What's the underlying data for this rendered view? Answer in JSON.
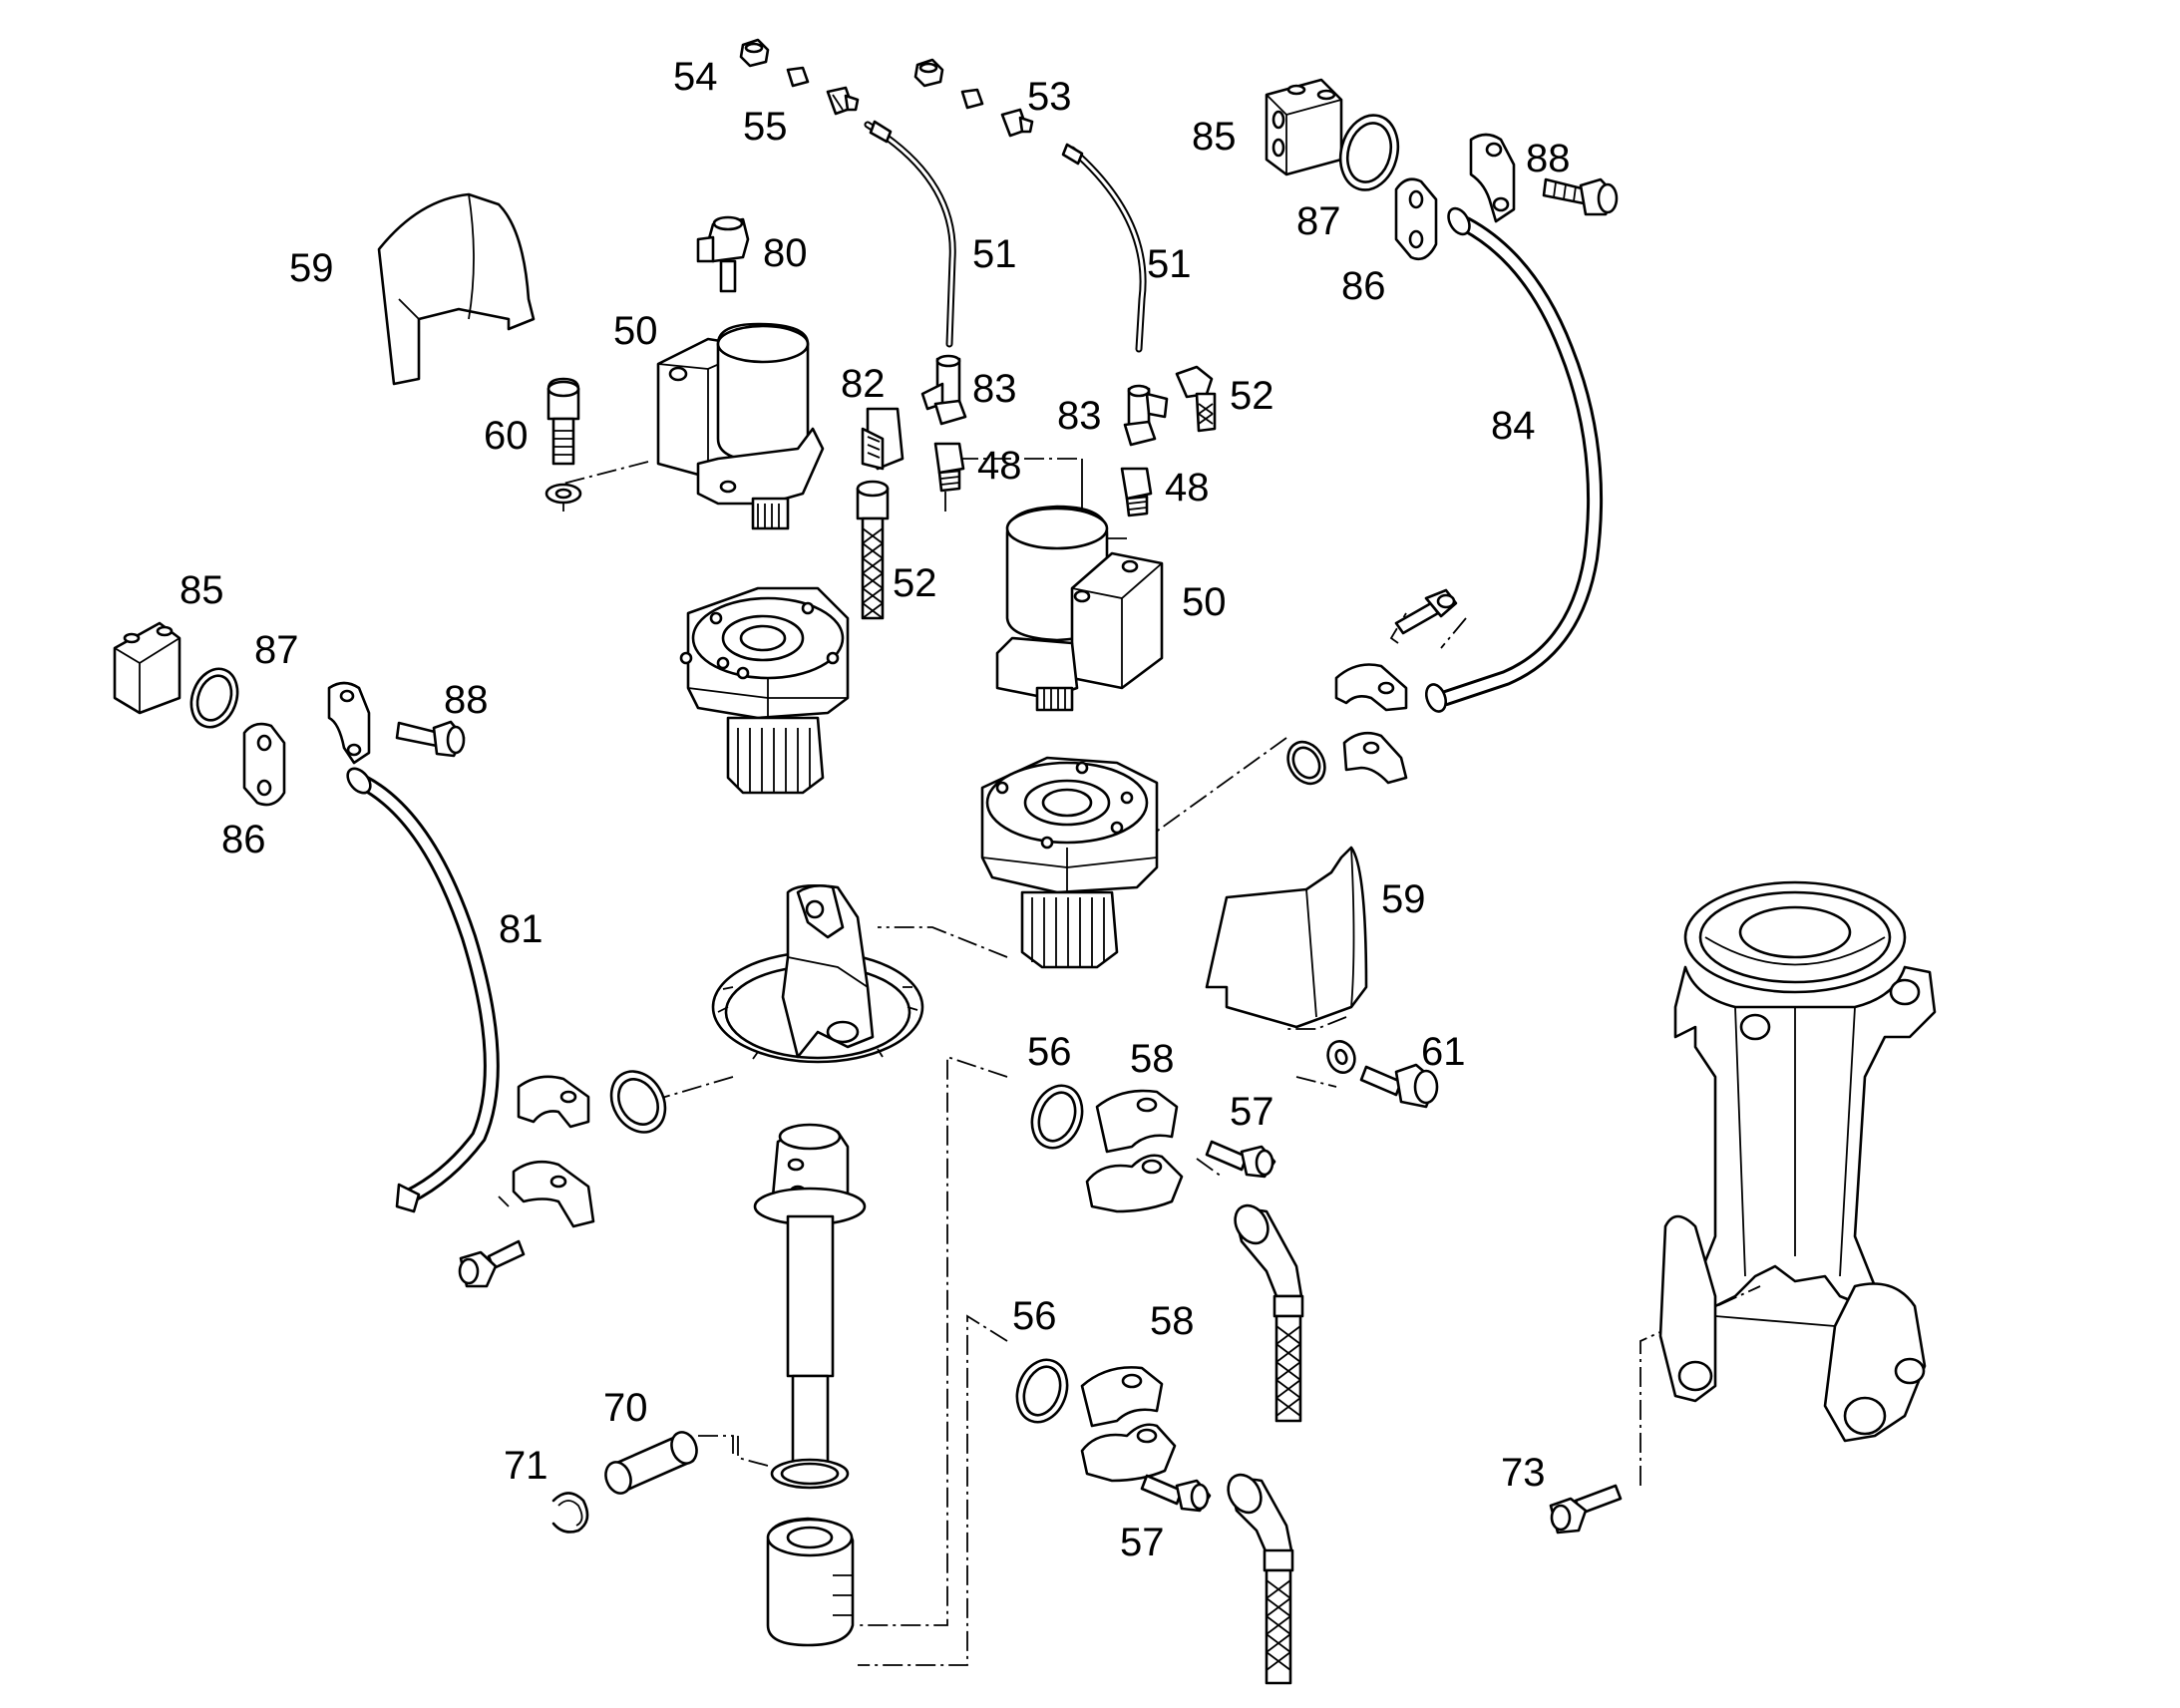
{
  "diagram": {
    "callouts": {
      "c48a": "48",
      "c48b": "48",
      "c50a": "50",
      "c50b": "50",
      "c51a": "51",
      "c51b": "51",
      "c52a": "52",
      "c52b": "52",
      "c53": "53",
      "c54": "54",
      "c55": "55",
      "c56a": "56",
      "c56b": "56",
      "c57a": "57",
      "c57b": "57",
      "c58a": "58",
      "c58b": "58",
      "c59a": "59",
      "c59b": "59",
      "c60": "60",
      "c61": "61",
      "c70": "70",
      "c71": "71",
      "c73": "73",
      "c80": "80",
      "c81": "81",
      "c82": "82",
      "c83a": "83",
      "c83b": "83",
      "c84": "84",
      "c85a": "85",
      "c85b": "85",
      "c86a": "86",
      "c86b": "86",
      "c87a": "87",
      "c87b": "87",
      "c88a": "88",
      "c88b": "88"
    }
  }
}
